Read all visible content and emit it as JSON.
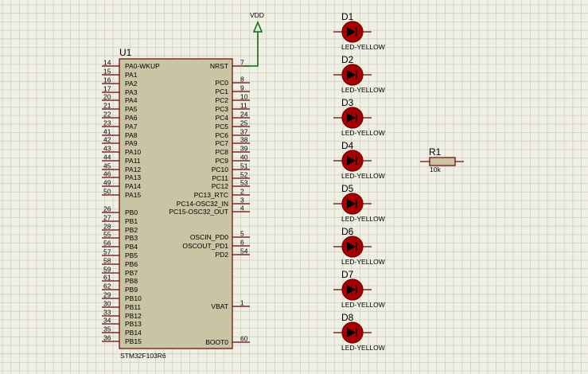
{
  "schematic": {
    "power": {
      "label": "VDD"
    },
    "mcu": {
      "ref": "U1",
      "part": "STM32F103R6",
      "left_pins": [
        {
          "num": "14",
          "name": "PA0-WKUP"
        },
        {
          "num": "15",
          "name": "PA1"
        },
        {
          "num": "16",
          "name": "PA2"
        },
        {
          "num": "17",
          "name": "PA3"
        },
        {
          "num": "20",
          "name": "PA4"
        },
        {
          "num": "21",
          "name": "PA5"
        },
        {
          "num": "22",
          "name": "PA6"
        },
        {
          "num": "23",
          "name": "PA7"
        },
        {
          "num": "41",
          "name": "PA8"
        },
        {
          "num": "42",
          "name": "PA9"
        },
        {
          "num": "43",
          "name": "PA10"
        },
        {
          "num": "44",
          "name": "PA11"
        },
        {
          "num": "45",
          "name": "PA12"
        },
        {
          "num": "46",
          "name": "PA13"
        },
        {
          "num": "49",
          "name": "PA14"
        },
        {
          "num": "50",
          "name": "PA15"
        },
        {
          "num": "26",
          "name": "PB0"
        },
        {
          "num": "27",
          "name": "PB1"
        },
        {
          "num": "28",
          "name": "PB2"
        },
        {
          "num": "55",
          "name": "PB3"
        },
        {
          "num": "56",
          "name": "PB4"
        },
        {
          "num": "57",
          "name": "PB5"
        },
        {
          "num": "58",
          "name": "PB6"
        },
        {
          "num": "59",
          "name": "PB7"
        },
        {
          "num": "61",
          "name": "PB8"
        },
        {
          "num": "62",
          "name": "PB9"
        },
        {
          "num": "29",
          "name": "PB10"
        },
        {
          "num": "30",
          "name": "PB11"
        },
        {
          "num": "33",
          "name": "PB12"
        },
        {
          "num": "34",
          "name": "PB13"
        },
        {
          "num": "35",
          "name": "PB14"
        },
        {
          "num": "36",
          "name": "PB15"
        }
      ],
      "right_pins": [
        {
          "num": "7",
          "name": "NRST"
        },
        {
          "num": "8",
          "name": "PC0"
        },
        {
          "num": "9",
          "name": "PC1"
        },
        {
          "num": "10",
          "name": "PC2"
        },
        {
          "num": "11",
          "name": "PC3"
        },
        {
          "num": "24",
          "name": "PC4"
        },
        {
          "num": "25",
          "name": "PC5"
        },
        {
          "num": "37",
          "name": "PC6"
        },
        {
          "num": "38",
          "name": "PC7"
        },
        {
          "num": "39",
          "name": "PC8"
        },
        {
          "num": "40",
          "name": "PC9"
        },
        {
          "num": "51",
          "name": "PC10"
        },
        {
          "num": "52",
          "name": "PC11"
        },
        {
          "num": "53",
          "name": "PC12"
        },
        {
          "num": "2",
          "name": "PC13_RTC"
        },
        {
          "num": "3",
          "name": "PC14-OSC32_IN"
        },
        {
          "num": "4",
          "name": "PC15-OSC32_OUT"
        },
        {
          "num": "5",
          "name": "OSCIN_PD0"
        },
        {
          "num": "6",
          "name": "OSCOUT_PD1"
        },
        {
          "num": "54",
          "name": "PD2"
        },
        {
          "num": "1",
          "name": "VBAT"
        },
        {
          "num": "60",
          "name": "BOOT0"
        }
      ]
    },
    "leds": [
      {
        "ref": "D1",
        "value": "LED-YELLOW"
      },
      {
        "ref": "D2",
        "value": "LED-YELLOW"
      },
      {
        "ref": "D3",
        "value": "LED-YELLOW"
      },
      {
        "ref": "D4",
        "value": "LED-YELLOW"
      },
      {
        "ref": "D5",
        "value": "LED-YELLOW"
      },
      {
        "ref": "D6",
        "value": "LED-YELLOW"
      },
      {
        "ref": "D7",
        "value": "LED-YELLOW"
      },
      {
        "ref": "D8",
        "value": "LED-YELLOW"
      }
    ],
    "resistor": {
      "ref": "R1",
      "value": "10k"
    },
    "colors": {
      "background": "#f0efe4",
      "grid": "#cfcec2",
      "body_fill": "#c8c4a4",
      "component_line": "#6e0000",
      "wire": "#0a6e0a",
      "led_fill": "#a80000"
    }
  }
}
